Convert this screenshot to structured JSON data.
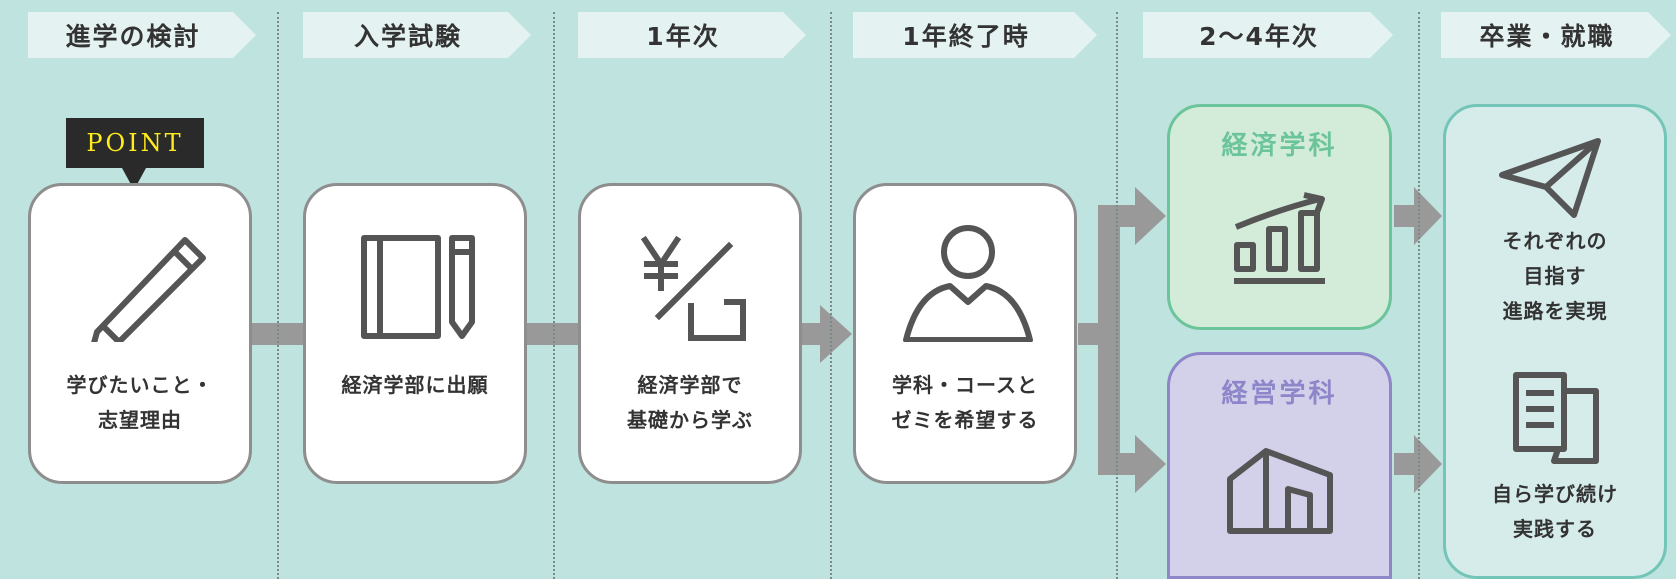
{
  "stages": [
    {
      "label": "進学の検討"
    },
    {
      "label": "入学試験"
    },
    {
      "label": "1年次"
    },
    {
      "label": "1年終了時"
    },
    {
      "label": "2〜4年次"
    },
    {
      "label": "卒業・就職"
    }
  ],
  "point_label": "POINT",
  "cards": [
    {
      "label": "学びたいこと・\n志望理由",
      "icon": "pencil-icon"
    },
    {
      "label": "経済学部に出願",
      "icon": "notebook-pen-icon"
    },
    {
      "label": "経済学部で\n基礎から学ぶ",
      "icon": "yen-exchange-icon"
    },
    {
      "label": "学科・コースと\nゼミを希望する",
      "icon": "person-icon"
    }
  ],
  "departments": [
    {
      "title": "経済学科",
      "icon": "growth-chart-icon",
      "color": "#6cc49b",
      "bg": "#d3ecd9"
    },
    {
      "title": "経営学科",
      "icon": "building-icon",
      "color": "#8d86c9",
      "bg": "#d3d1ea"
    }
  ],
  "goals": [
    {
      "label": "それぞれの\n目指す\n進路を実現",
      "icon": "paper-plane-icon"
    },
    {
      "label": "自ら学び続け\n実践する",
      "icon": "documents-icon"
    }
  ]
}
